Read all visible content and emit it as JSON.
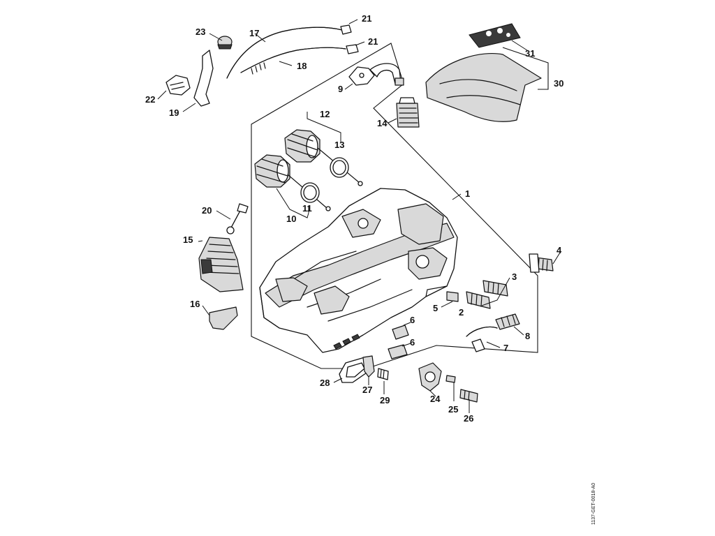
{
  "callouts": [
    "1",
    "2",
    "3",
    "4",
    "5",
    "6",
    "6",
    "7",
    "8",
    "9",
    "10",
    "11",
    "12",
    "13",
    "14",
    "15",
    "16",
    "17",
    "18",
    "19",
    "20",
    "21",
    "21",
    "22",
    "23",
    "24",
    "25",
    "26",
    "27",
    "28",
    "29",
    "30",
    "31"
  ],
  "reference_code": "1137-GET-0018-A0"
}
